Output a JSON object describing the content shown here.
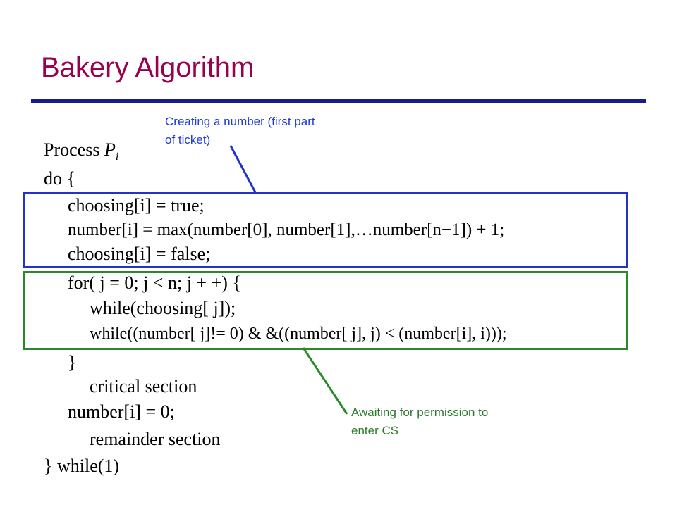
{
  "slide": {
    "title": "Bakery Algorithm",
    "callouts": {
      "number_creation": [
        "Creating a number (first part",
        "of ticket)"
      ],
      "awaiting_permission": [
        "Awaiting for permission to",
        "enter CS"
      ]
    },
    "code": {
      "process_keyword": "Process",
      "process_name": "P",
      "process_index": "i",
      "do_open": "do {",
      "choosing_true": "choosing[i] = true;",
      "number_assign": "number[i] = max(number[0], number[1],…number[n−1]) + 1;",
      "choosing_false": "choosing[i] = false;",
      "for_loop": "for( j = 0; j < n; j + +) {",
      "while_choosing": "while(choosing[ j]);",
      "while_number": "while((number[ j]!= 0) & &((number[ j], j) < (number[i], i)));",
      "close_brace": "}",
      "critical_section": "critical section",
      "number_reset": "number[i] = 0;",
      "remainder_section": "remainder section",
      "while_end": "} while(1)"
    },
    "colors": {
      "title": "#99004d",
      "rule": "#1a1a8c",
      "blue_box": "#2233cc",
      "green_box": "#2a8a2a",
      "blue_text": "#1f3bd6",
      "green_text": "#2b7a2b"
    }
  }
}
